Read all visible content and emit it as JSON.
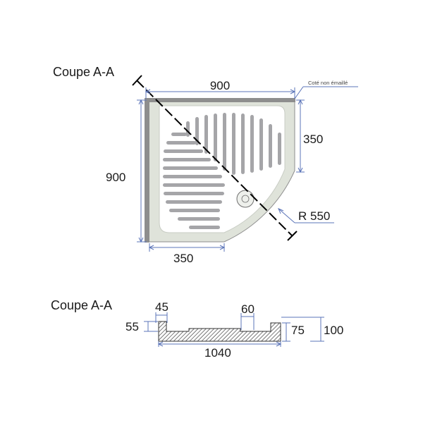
{
  "plan_view": {
    "section_label": "Coupe A-A",
    "width": "900",
    "height": "900",
    "inner_width": "350",
    "inner_height": "350",
    "radius": "R 550",
    "note": "Coté non émaillé"
  },
  "section_view": {
    "section_label": "Coupe A-A",
    "rim_width": "45",
    "drain_width": "60",
    "rim_height": "55",
    "inner_height": "75",
    "total_height": "100",
    "total_length": "1040"
  },
  "colors": {
    "tray_fill": "#dfe3da",
    "tray_edge": "#8e8e8e",
    "groove": "#a5a5a8",
    "dimension_line": "#5b74b8",
    "hatch": "#333333"
  }
}
